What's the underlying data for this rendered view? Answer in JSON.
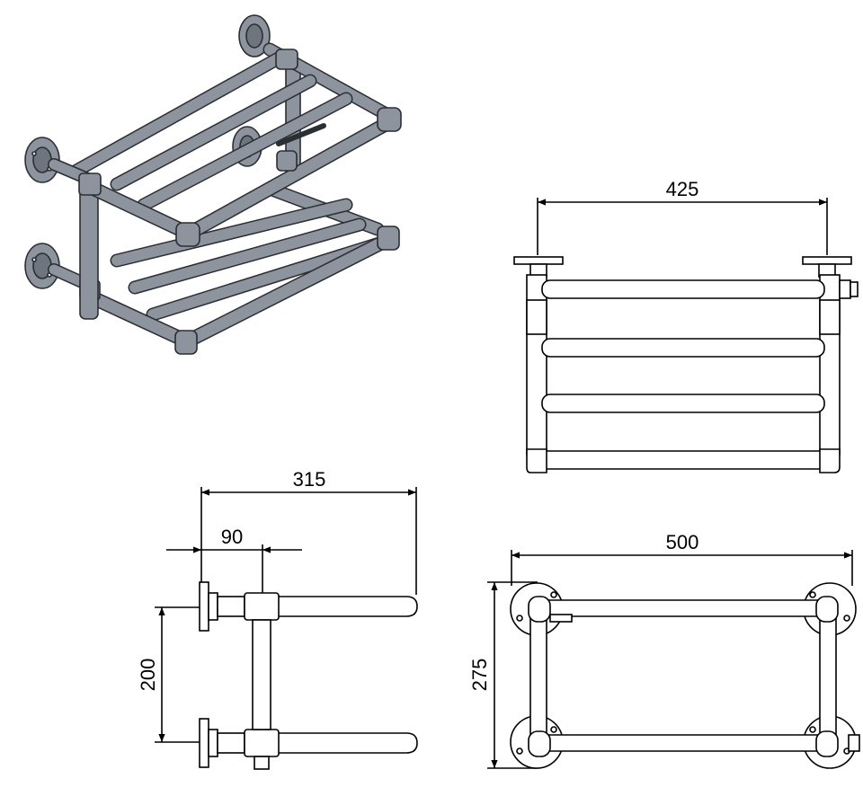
{
  "colors": {
    "pipe_fill": "#8d949e",
    "pipe_light": "#b7bcc3",
    "pipe_dark": "#5c626b",
    "line": "#000000",
    "background": "#ffffff"
  },
  "dimensions": {
    "front_width": "425",
    "side_depth": "315",
    "side_offset": "90",
    "side_height": "200",
    "top_width": "500",
    "top_depth": "275"
  }
}
